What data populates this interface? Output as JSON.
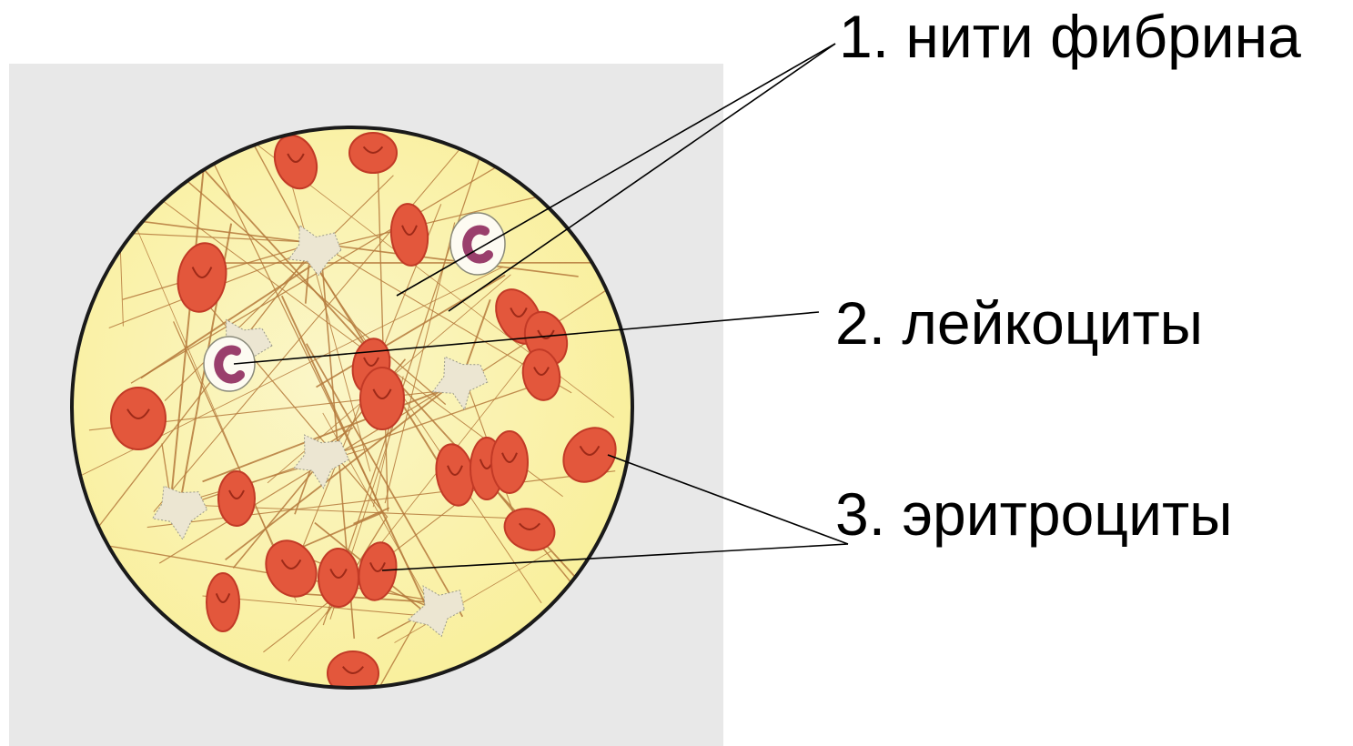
{
  "labels": {
    "fibrin": "1. нити фибрина",
    "leukocytes": "2. лейкоциты",
    "erythrocytes": "3. эритроциты"
  },
  "colors": {
    "panel": "#e8e8e8",
    "plasma": "#f9ef9a",
    "plasma_light": "#fbf6c8",
    "erythrocyte": "#e3573c",
    "erythrocyte_edge": "#c23a26",
    "fibrin": "#b57a3c",
    "leukocyte_nucleus": "#9a3f6c",
    "platelet": "#ece6d2"
  }
}
